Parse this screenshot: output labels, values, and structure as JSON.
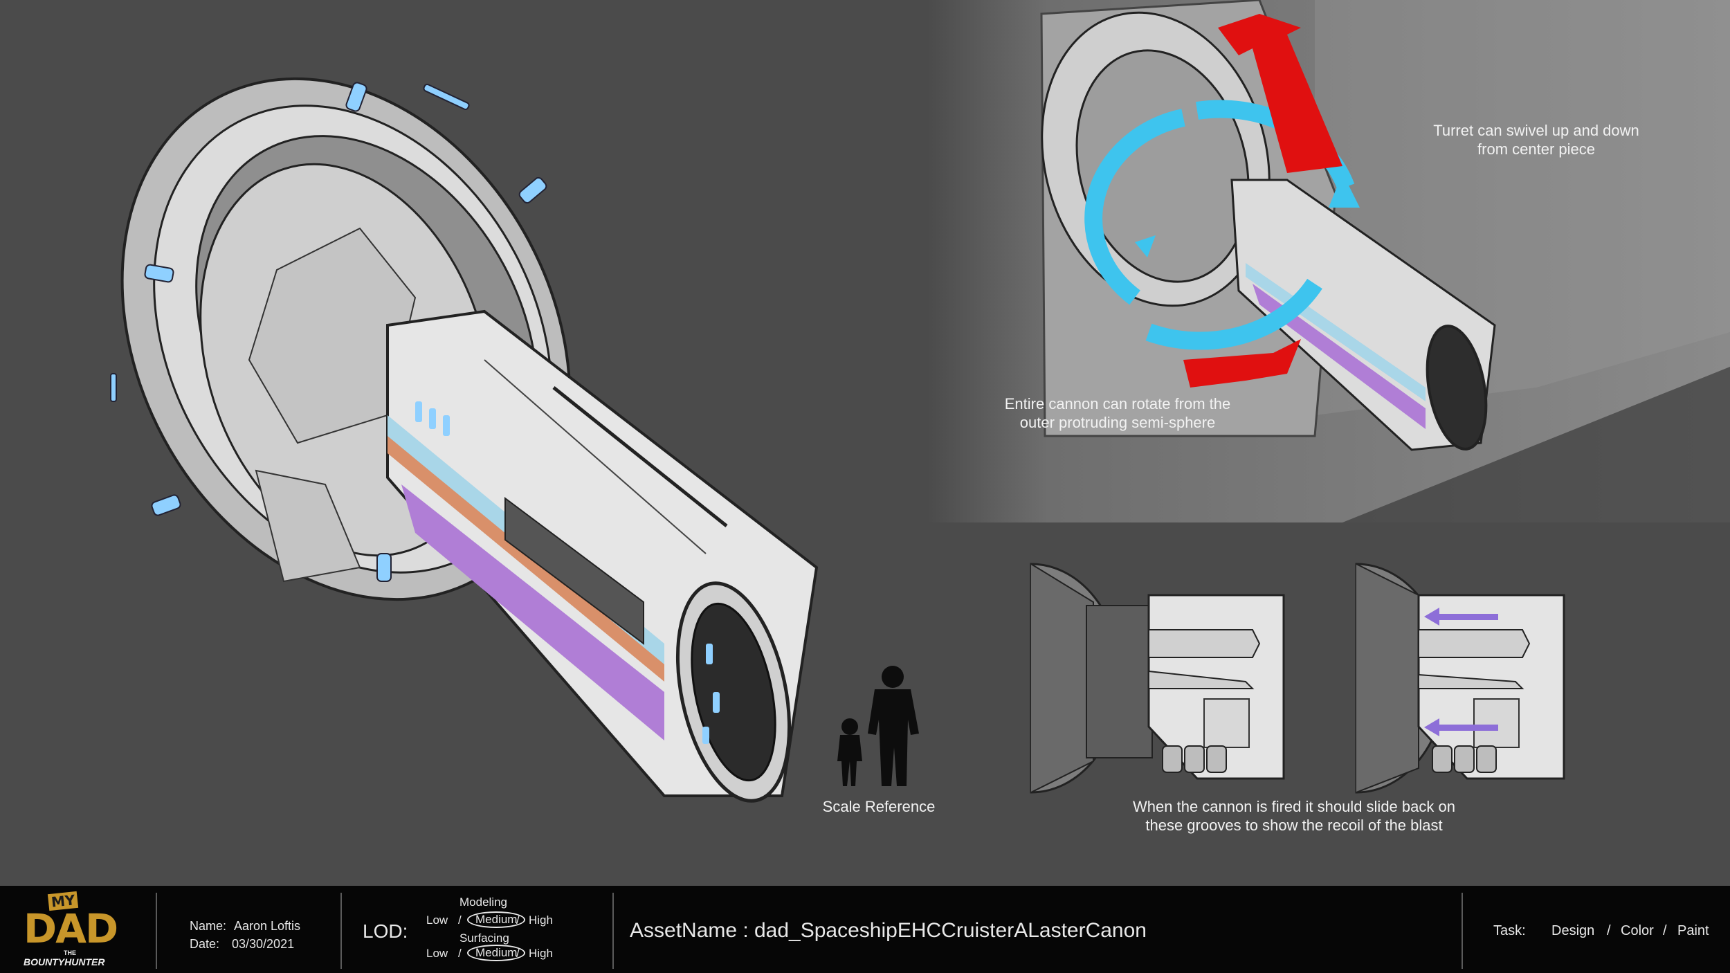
{
  "annotations": {
    "swivel": [
      "Turret can swivel up and down",
      "from center piece"
    ],
    "rotate": [
      "Entire cannon can rotate from the",
      "outer protruding semi-sphere"
    ],
    "scale": "Scale Reference",
    "recoil": [
      "When the cannon is fired it should slide back on",
      "these grooves to show the recoil of the blast"
    ]
  },
  "colors": {
    "canvas_bg": "#4b4b4b",
    "panel_bg": "#7a7a7a",
    "cannon_white": "#e6e6e6",
    "stripe_purple": "#b07ed6",
    "stripe_cyan": "#a9d6e8",
    "stripe_orange": "#d9906a",
    "glow_blue": "#8fd0ff",
    "arrow_red": "#e01010",
    "arrow_cyan": "#3ec4ee",
    "arrow_purple": "#8d6ed8",
    "footer_bg": "#060606",
    "logo_gold": "#c8962a"
  },
  "footer": {
    "logo": {
      "top": "MY",
      "main": "DAD",
      "the": "THE",
      "sub": "BOUNTYHUNTER"
    },
    "name_label": "Name:",
    "name_value": "Aaron Loftis",
    "date_label": "Date:",
    "date_value": "03/30/2021",
    "lod_label": "LOD:",
    "lod_rows": [
      {
        "title": "Modeling",
        "low": "Low",
        "medium": "Medium",
        "high": "High",
        "sep": "/",
        "selected": "Medium"
      },
      {
        "title": "Surfacing",
        "low": "Low",
        "medium": "Medium",
        "high": "High",
        "sep": "/",
        "selected": "Medium"
      }
    ],
    "asset_label": "AssetName :",
    "asset_value": "dad_SpaceshipEHCCruisterALasterCanon",
    "task_label": "Task:",
    "task_items": [
      "Design",
      "Color",
      "Paint"
    ],
    "task_sep": "/"
  }
}
